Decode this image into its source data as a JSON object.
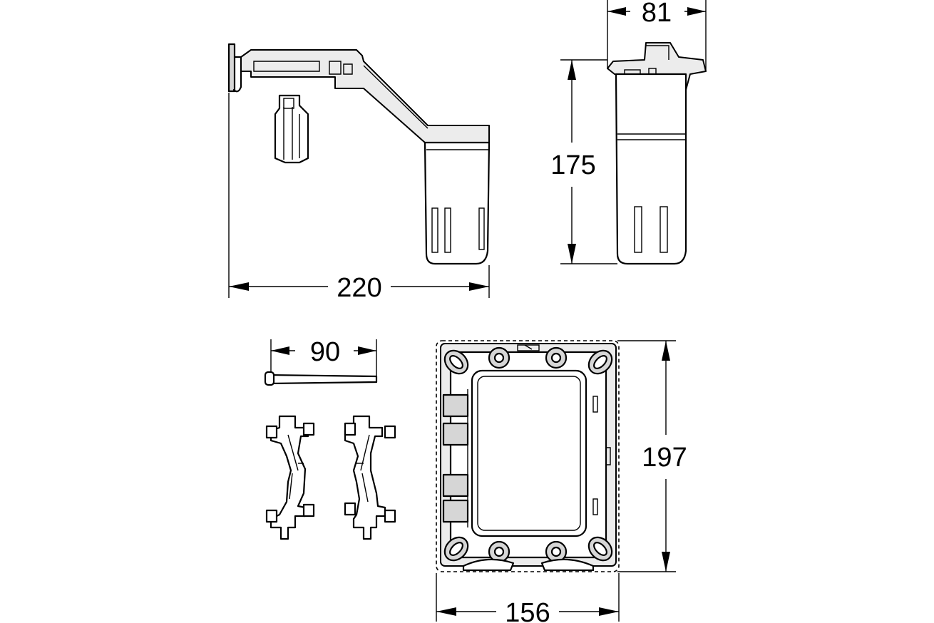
{
  "dimensions": {
    "side_width": "220",
    "front_width": "81",
    "front_height": "175",
    "rod_length": "90",
    "frame_width": "156",
    "frame_height": "197"
  }
}
